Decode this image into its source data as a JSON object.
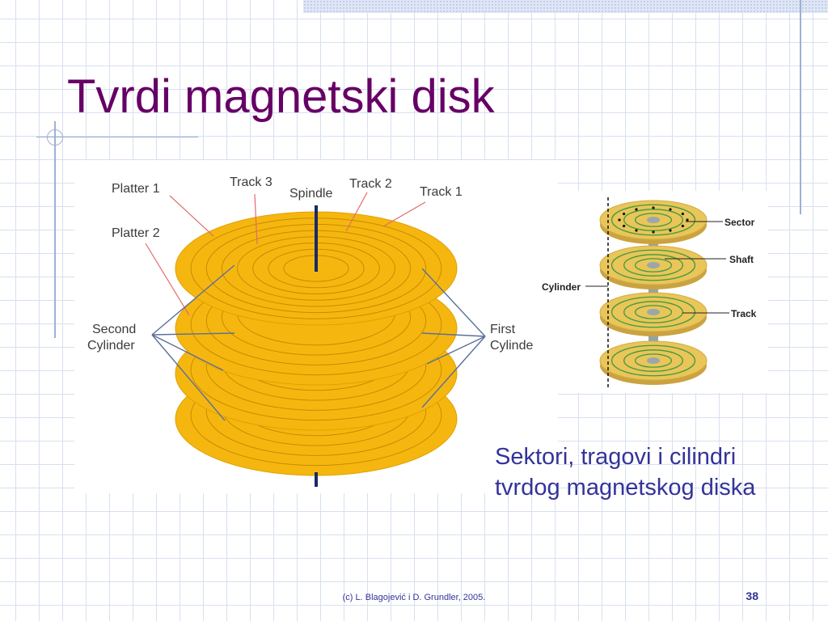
{
  "slide": {
    "title": "Tvrdi magnetski disk",
    "caption": "Sektori, tragovi i cilindri tvrdog magnetskog diska",
    "footer": "(c) L. Blagojević i D. Grundler, 2005.",
    "page_number": "38"
  },
  "left_diagram": {
    "labels": {
      "platter1": "Platter 1",
      "platter2": "Platter 2",
      "track3": "Track 3",
      "spindle": "Spindle",
      "track2": "Track 2",
      "track1": "Track 1",
      "second_line1": "Second",
      "second_line2": "Cylinder",
      "first_line1": "First",
      "first_line2": "Cylinde"
    },
    "platter_color": "#f5b70f",
    "track_color": "#c98a00"
  },
  "right_diagram": {
    "labels": {
      "sector": "Sector",
      "shaft": "Shaft",
      "cylinder": "Cylinder",
      "track": "Track"
    },
    "platter_color": "#e9c55a",
    "track_color": "#3f9b3a"
  },
  "colors": {
    "title": "#660066",
    "text": "#33339a"
  }
}
